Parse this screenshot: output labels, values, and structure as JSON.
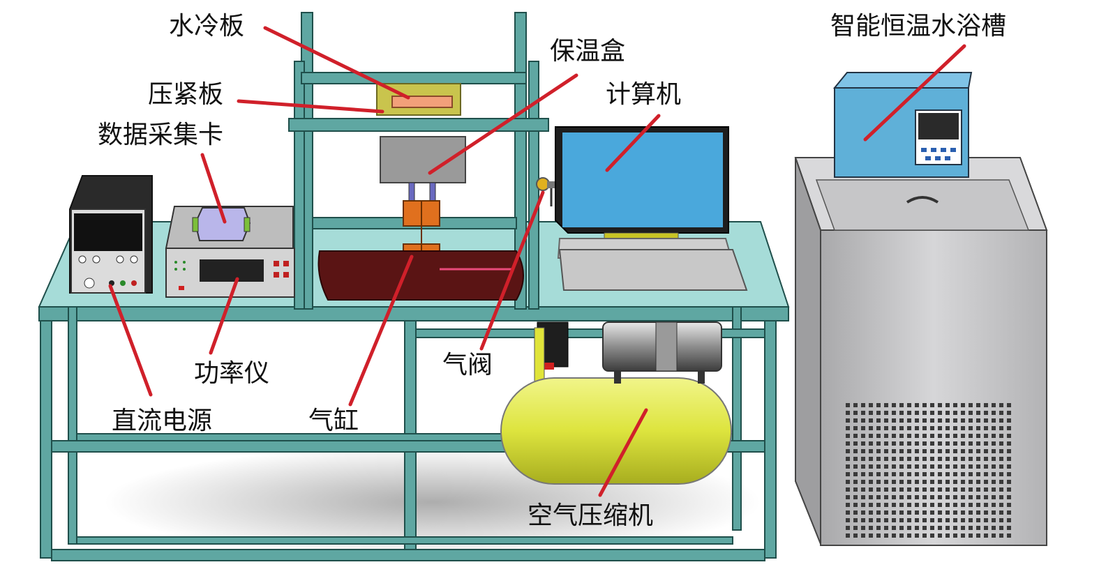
{
  "labels": {
    "water_cooling_plate": "水冷板",
    "pressing_plate": "压紧板",
    "daq_card": "数据采集卡",
    "insulation_box": "保温盒",
    "computer": "计算机",
    "thermostatic_bath": "智能恒温水浴槽",
    "dc_power": "直流电源",
    "power_meter": "功率仪",
    "cylinder": "气缸",
    "air_valve": "气阀",
    "air_compressor": "空气压缩机"
  },
  "colors": {
    "frame": "#5fa7a2",
    "frame_dark": "#2f6b66",
    "table_top": "#9fd6d2",
    "leader_line": "#d0202a",
    "screen": "#4aa8dc",
    "compressor": "#e2e84a",
    "bath_body": "#c9c9cb",
    "bath_control": "#5fb0d8",
    "heater_pad": "#5a1414",
    "cylinder": "#e0701e"
  },
  "icons": {
    "compressor_tank": "compressor-icon",
    "monitor": "monitor-icon",
    "bath": "water-bath-icon"
  }
}
